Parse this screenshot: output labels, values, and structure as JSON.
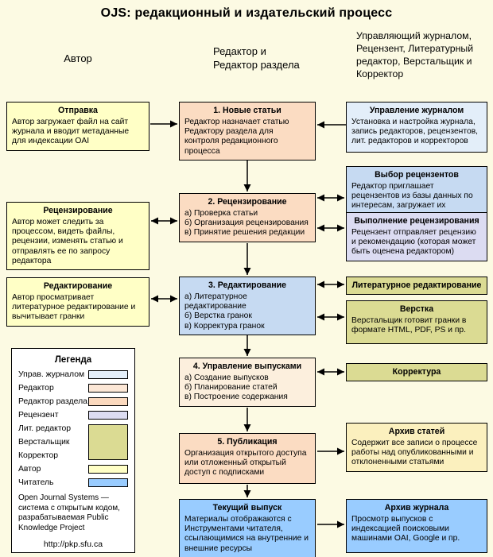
{
  "title": "OJS: редакционный и издательский процесс",
  "columns": {
    "author": "Автор",
    "editor": "Редактор и\nРедактор раздела",
    "staff": "Управляющий журналом,\nРецензент, Литературный\nредактор, Верстальщик и\nКорректор"
  },
  "author_boxes": [
    {
      "title": "Отправка",
      "body": "Автор загружает файл на сайт журнала и вводит метаданные для индексации OAI",
      "color": "#ffffc6"
    },
    {
      "title": "Рецензирование",
      "body": "Автор может следить за процессом, видеть файлы, рецензии, изменять статью и отправлять ее по запросу редактора",
      "color": "#ffffc6"
    },
    {
      "title": "Редактирование",
      "body": "Автор просматривает литературное редактирование и вычитывает гранки",
      "color": "#ffffc6"
    }
  ],
  "editor_boxes": [
    {
      "title": "1. Новые статьи",
      "body": "Редактор назначает статью Редактору раздела для контроля редакционного процесса",
      "color": "#fbdcc2"
    },
    {
      "title": "2. Рецензирование",
      "body": "а) Проверка статьи\nб) Организация рецензирования\nв) Принятие решения редакции",
      "color": "#fbdcc2"
    },
    {
      "title": "3. Редактирование",
      "body": "а) Литературное редактирование\nб) Верстка гранок\nв) Корректура гранок",
      "color": "#c6daf2"
    },
    {
      "title": "4. Управление выпусками",
      "body": "а) Создание выпусков\nб) Планирование статей\nв) Построение содержания",
      "color": "#fcefdd"
    },
    {
      "title": "5. Публикация",
      "body": "Организация открытого доступа или отложенный открытый доступ с подписками",
      "color": "#fbdcc2"
    },
    {
      "title": "Текущий выпуск",
      "body": "Материалы отображаются с Инструментами читателя, ссылающимися на внутренние и внешние ресурсы",
      "color": "#99ccff"
    }
  ],
  "staff_boxes": [
    {
      "title": "Управление журналом",
      "body": "Установка и настройка журнала, запись редакторов, рецензентов, лит. редакторов и корректоров",
      "color": "#e3eef9"
    },
    {
      "title": "Выбор рецензентов",
      "body": "Редактор приглашает рецензентов из базы данных по интересам, загружает их",
      "color": "#c6daf2"
    },
    {
      "title": "Выполнение рецензирования",
      "body": "Рецензент отправляет рецензию и рекомендацию (которая может быть оценена редактором)",
      "color": "#dcdcf2"
    },
    {
      "title": "Литературное редактирование",
      "body": "",
      "color": "#dbdb93"
    },
    {
      "title": "Верстка",
      "body": "Верстальщик готовит гранки в формате HTML, PDF, PS и пр.",
      "color": "#dbdb93"
    },
    {
      "title": "Корректура",
      "body": "",
      "color": "#dbdb93"
    },
    {
      "title": "Архив статей",
      "body": "Содержит все записи о процессе работы над опубликованными и отклоненными статьями",
      "color": "#fbf0be"
    },
    {
      "title": "Архив журнала",
      "body": "Просмотр выпусков с индексацией поисковыми машинами OAI, Google и пр.",
      "color": "#99ccff"
    }
  ],
  "legend": {
    "title": "Легенда",
    "items": [
      {
        "label": "Управ. журналом",
        "color": "#e3eef9"
      },
      {
        "label": "Редактор",
        "color": "#fce7d6"
      },
      {
        "label": "Редактор раздела",
        "color": "#fbd9be"
      },
      {
        "label": "Рецензент",
        "color": "#dcdcf2"
      },
      {
        "label": "Лит. редактор",
        "color": "#dbdb93"
      },
      {
        "label": "Верстальщик",
        "color": "#dbdb93"
      },
      {
        "label": "Корректор",
        "color": "#dbdb93"
      },
      {
        "label": "Автор",
        "color": "#ffffc6"
      },
      {
        "label": "Читатель",
        "color": "#99ccff"
      }
    ],
    "note": "Open Journal Systems — система с открытым кодом, разрабатываемая Public Knowledge Project",
    "link": "http://pkp.sfu.ca"
  }
}
